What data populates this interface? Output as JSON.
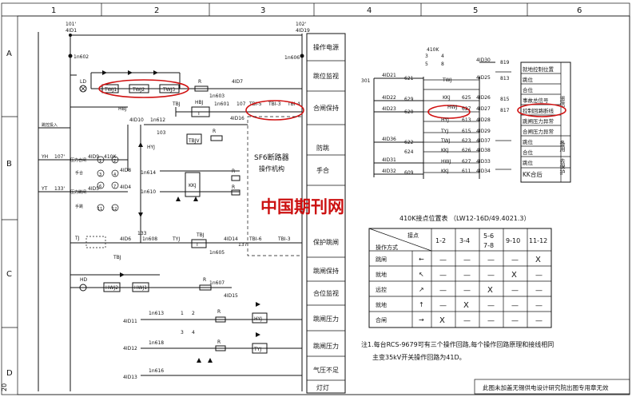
{
  "frame": {
    "col_nums": [
      "1",
      "2",
      "3",
      "4",
      "5",
      "6"
    ],
    "row_letters": [
      "A",
      "B",
      "C",
      "D"
    ],
    "corner_num": "20"
  },
  "watermark": "中国期刊网",
  "footer_note": "此图未加盖无锡供电设计研究院出图专用章无效",
  "right_panel": [
    "操作电源",
    "跳位监视",
    "合闸保持",
    "防跳",
    "手合",
    "保护跳闸",
    "跳闸保持",
    "合位监视",
    "跳闸压力",
    "跳闸压力",
    "气压不足",
    "灯灯"
  ],
  "sf6_label": "SF6断路器",
  "sf6_sub": "操作机构",
  "left_labels": {
    "n101": "101'",
    "n4ID1": "4ID1",
    "n1n602": "1n602",
    "LD": "LD",
    "tw1": "TWJ1",
    "tw2": "TWJ2",
    "tw3": "TWJ3",
    "R1": "R",
    "n4ID7": "4ID7",
    "n1n603": "1n603",
    "HBJ": "HBJ",
    "TBJ": "TBJ",
    "HBJ2": "HBJ",
    "n1n601": "1n601",
    "I1": "I",
    "n107": "107",
    "n4ID16": "4ID16",
    "tb15": "TBI-5",
    "tb13": "TBI-3",
    "tb14": "TBI-4",
    "n4ID10": "4ID10",
    "n1n612": "1n612",
    "n103": "103",
    "HYJ": "HYJ",
    "TBJV": "TBJV",
    "R2": "R",
    "jump_in": "跳控投入",
    "YH": "YH",
    "n107b": "107'",
    "yh_lbl": "压力合闸",
    "n4ID9": "4ID9",
    "n410K": "410K",
    "k1": "1",
    "k2": "2",
    "hand_on": "手合",
    "k3": "3",
    "k4": "4",
    "n4ID8": "4ID8",
    "n1n614": "1n614",
    "YT": "YT",
    "n133": "133'",
    "yt_lbl": "压力跳闸",
    "n4ID5": "4ID5",
    "n4ID4": "4ID4",
    "k6": "6",
    "k7": "7",
    "n1n610": "1n610",
    "KKJ": "KKJ",
    "R3": "R",
    "R4": "R",
    "hand_off": "手跳",
    "k11": "11",
    "k12": "12",
    "n133b": "133",
    "TJ": "TJ",
    "n4ID6": "4ID6",
    "n1n608": "1n608",
    "TYJ": "TYJ",
    "TBJ2": "TBJ",
    "I2": "I",
    "n4ID14": "4ID14",
    "n137": "137",
    "tb16": "TBI-6",
    "tb13b": "TBI-3",
    "n1n605": "1n605",
    "TBJ3": "TBJ",
    "HD": "HD",
    "HWJ2": "HWJ2",
    "HWJ1": "HWJ1",
    "R5": "R",
    "n1n607": "1n607",
    "n4ID15": "4ID15",
    "n1n613": "1n613",
    "n4ID11": "4ID11",
    "s1": "1",
    "s2": "2",
    "s3": "3",
    "s4": "4",
    "R6": "R",
    "HYJb": "HYJ",
    "n1n618": "1n618",
    "n4ID12": "4ID12",
    "R7": "R",
    "TYJb": "TYJ",
    "n1n616": "1n616",
    "n4ID13": "4ID13",
    "n102": "102'",
    "n4ID19": "4ID19",
    "n1n606": "1n606"
  },
  "signal_labels": {
    "n410K": "410K",
    "c3": "3",
    "c4": "4",
    "c5": "5",
    "c8": "8",
    "n4ID30": "4ID30",
    "n819": "819",
    "n301": "301",
    "n4ID21": "4ID21",
    "n621": "621",
    "TWJ": "TWJ",
    "n4ID25": "4ID25",
    "n813": "813",
    "n4ID22": "4ID22",
    "n629": "629",
    "n625": "625",
    "n4ID26": "4ID26",
    "n815": "815",
    "KKJ": "KKJ",
    "n4ID23": "4ID23",
    "n620": "620",
    "n627": "627",
    "n4ID27": "4ID27",
    "n817": "817",
    "HWJ": "HWJ",
    "n613": "613",
    "n4ID28": "4ID28",
    "n615": "615",
    "n4ID29": "4ID29",
    "HYJ": "HYJ",
    "TYJ": "TYJ",
    "n4ID36": "4ID36",
    "n622": "622",
    "n623": "623",
    "n4ID37": "4ID37",
    "n4ID38": "4ID38",
    "n624": "624",
    "n626": "626",
    "n4ID31": "4ID31",
    "n627b": "627",
    "n4ID33": "4ID33",
    "n4ID32": "4ID32",
    "n609": "609",
    "n611": "611",
    "n4ID34": "4ID34",
    "TWJb": "TWJ",
    "KKJb": "KKJ",
    "HWJb": "HWJ",
    "KKJc": "KKJ"
  },
  "signal_table": {
    "rows": [
      "就地控制位置",
      "跳位",
      "合位",
      "事故总信号",
      "控制回路断线",
      "跳闸压力异常",
      "合闸压力异常",
      "跳位",
      "合位",
      "跳位",
      "KK合后"
    ],
    "side1": "遥信",
    "side2": "备用",
    "side3": "去保护"
  },
  "switch_table": {
    "title": "410K接点位置表 （LW12-16D/49.4021.3）",
    "corner_top": "接点",
    "corner_bottom": "操作方式",
    "cols": [
      "1-2",
      "3-4",
      "5-6\n7-8",
      "9-10",
      "11-12"
    ],
    "col_a": "1-2",
    "col_b": "3-4",
    "col_c1": "5-6",
    "col_c2": "7-8",
    "col_d": "9-10",
    "col_e": "11-12",
    "rows": [
      {
        "name": "跳闸",
        "arrow": "←",
        "marks": [
          "—",
          "—",
          "—",
          "—",
          "X"
        ]
      },
      {
        "name": "就地",
        "arrow": "↖",
        "marks": [
          "—",
          "—",
          "—",
          "X",
          "—"
        ]
      },
      {
        "name": "远控",
        "arrow": "↗",
        "marks": [
          "—",
          "—",
          "X",
          "—",
          "—"
        ]
      },
      {
        "name": "就地",
        "arrow": "↑",
        "marks": [
          "—",
          "X",
          "—",
          "—",
          "—"
        ]
      },
      {
        "name": "合闸",
        "arrow": "→",
        "marks": [
          "X",
          "—",
          "—",
          "—",
          "—"
        ]
      }
    ]
  },
  "notes": {
    "line1": "注1.每台RCS-9679可有三个操作回路,每个操作回路原理和接线相同",
    "line2": "主变35kV开关操作回路为41D。"
  },
  "colors": {
    "line": "#111111",
    "highlight": "#d01010",
    "watermark": "#cc1111"
  }
}
